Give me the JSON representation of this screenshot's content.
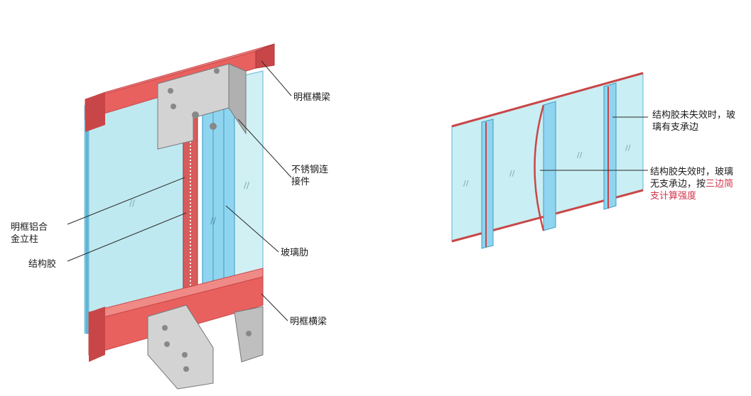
{
  "colors": {
    "beam": "#e8615f",
    "beam_dark": "#c94648",
    "glass": "#a9e0ea",
    "glass_light": "#c9eef3",
    "glass_edge": "#5fb6d6",
    "fin": "#8fd5f0",
    "steel": "#d3d3d3",
    "steel_dark": "#9a9a9a",
    "line": "#2b2b2b",
    "highlight_text": "#d2334a"
  },
  "left_diagram": {
    "labels": {
      "top_beam": "明框横梁",
      "connector_line1": "不锈钢连",
      "connector_line2": "接件",
      "mullion_line1": "明框铝合",
      "mullion_line2": "金立柱",
      "sealant": "结构胶",
      "glass_fin": "玻璃肋",
      "bottom_beam": "明框横梁"
    }
  },
  "right_diagram": {
    "labels": {
      "not_failed_line1": "结构胶未失效时，玻",
      "not_failed_line2": "璃有支承边",
      "failed_line1": "结构胶失效时，玻璃",
      "failed_line2_a": "无支承边，按",
      "failed_line2_b": "三边简",
      "failed_line3_a": "支计算",
      "failed_line3_b": "强度"
    }
  }
}
